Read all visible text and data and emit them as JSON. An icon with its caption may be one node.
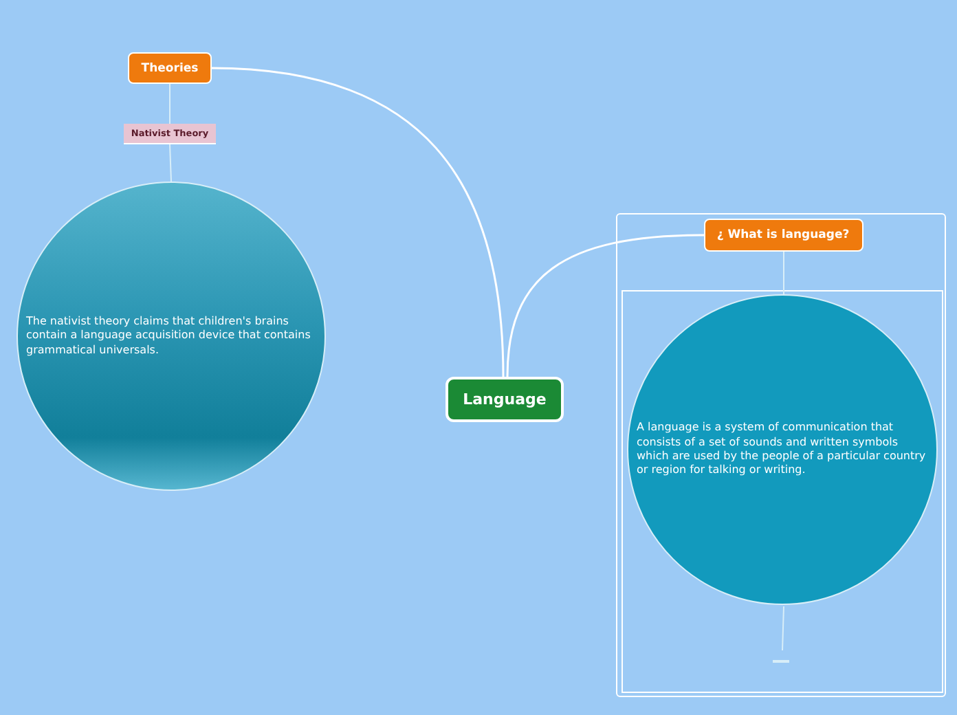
{
  "diagram": {
    "nodes": [
      {
        "text": [
          "Language"
        ]
      },
      {
        "text": [
          "Theories"
        ]
      },
      {
        "text": [
          "Nativist Theory"
        ]
      },
      {
        "text": [
          "The nativist theory claims that children's brains contain a language acquisition device that contains grammatical universals."
        ]
      },
      {
        "text": [],
        "shape": "box"
      },
      {
        "text": [
          "¿ What is language?"
        ],
        "in": 4
      },
      {
        "text": [],
        "shape": "box",
        "in": 4
      },
      {
        "text": [
          "A language is a system of communication that consists of a set of sounds and written symbols which are used by the people of a particular country or region for talking or writing."
        ],
        "in": 6
      },
      {
        "text": [],
        "shape": "bar",
        "in": 6
      }
    ],
    "edges": [
      {
        "from": 0,
        "to": 1,
        "arrow": "none"
      },
      {
        "from": 0,
        "to": 5,
        "arrow": "none"
      },
      {
        "from": 1,
        "to": 2,
        "arrow": "none"
      },
      {
        "from": 2,
        "to": 3,
        "arrow": "none"
      },
      {
        "from": 5,
        "to": 7,
        "arrow": "none"
      },
      {
        "from": 7,
        "to": 8,
        "arrow": "none"
      }
    ]
  }
}
